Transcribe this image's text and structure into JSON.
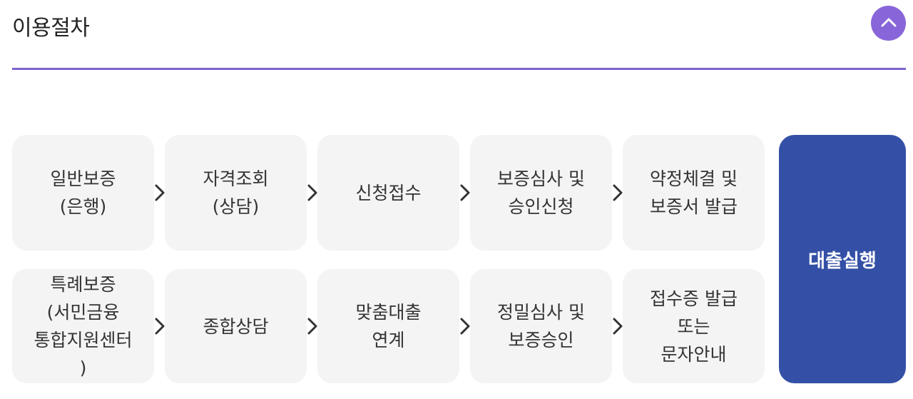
{
  "section": {
    "title": "이용절차"
  },
  "colors": {
    "accent": "#8866d9",
    "divider": "#7e62cc",
    "final_step_bg": "#3450a6",
    "step_bg": "#f4f4f4"
  },
  "icons": {
    "collapse": "chevron-up-icon",
    "arrow": "chevron-right-icon"
  },
  "row1": [
    {
      "label": "일반보증\n(은행)"
    },
    {
      "label": "자격조회\n(상담)"
    },
    {
      "label": "신청접수"
    },
    {
      "label": "보증심사 및\n승인신청"
    },
    {
      "label": "약정체결 및\n보증서 발급"
    }
  ],
  "row2": [
    {
      "label": "특례보증\n(서민금융\n통합지원센터\n)"
    },
    {
      "label": "종합상담"
    },
    {
      "label": "맞춤대출\n연계"
    },
    {
      "label": "정밀심사 및\n보증승인"
    },
    {
      "label": "접수증 발급\n또는\n문자안내"
    }
  ],
  "final_step": {
    "label": "대출실행"
  }
}
